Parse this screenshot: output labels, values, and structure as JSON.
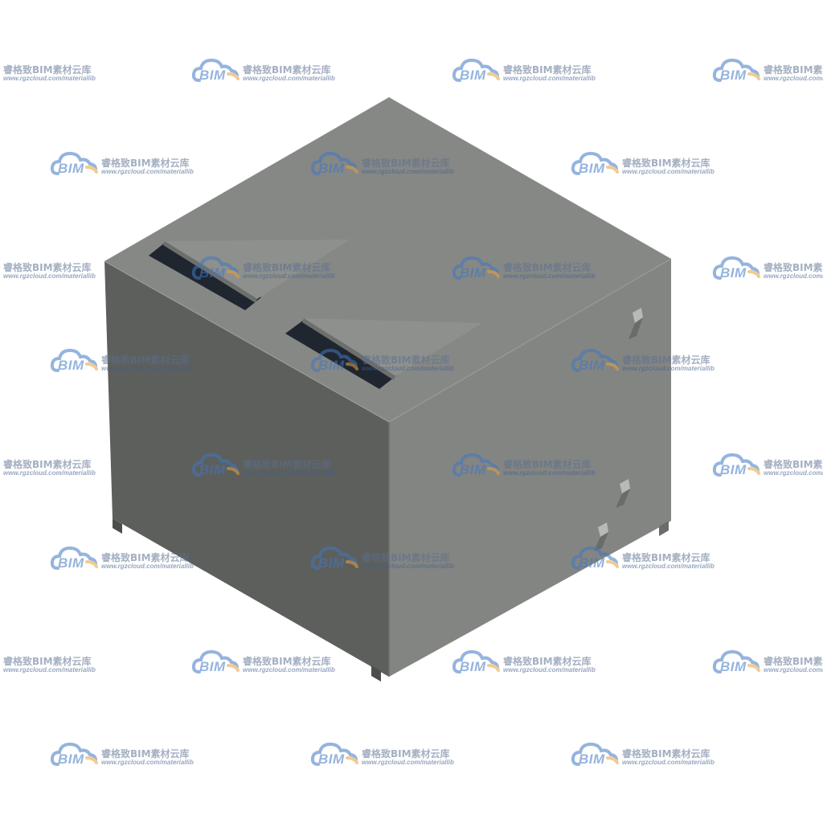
{
  "watermark": {
    "logo_text": "BIM",
    "brand_name": "睿格致BIM素材云库",
    "url": "www.rgzcloud.com/materiallib",
    "logo_icon": "cloud-icon"
  },
  "colors": {
    "top_face": "#868885",
    "left_face": "#5d5f5d",
    "right_face": "#838582",
    "slot": "#1f2630",
    "watermark_blue": "#3f77c4",
    "watermark_orange": "#e9a23b"
  }
}
